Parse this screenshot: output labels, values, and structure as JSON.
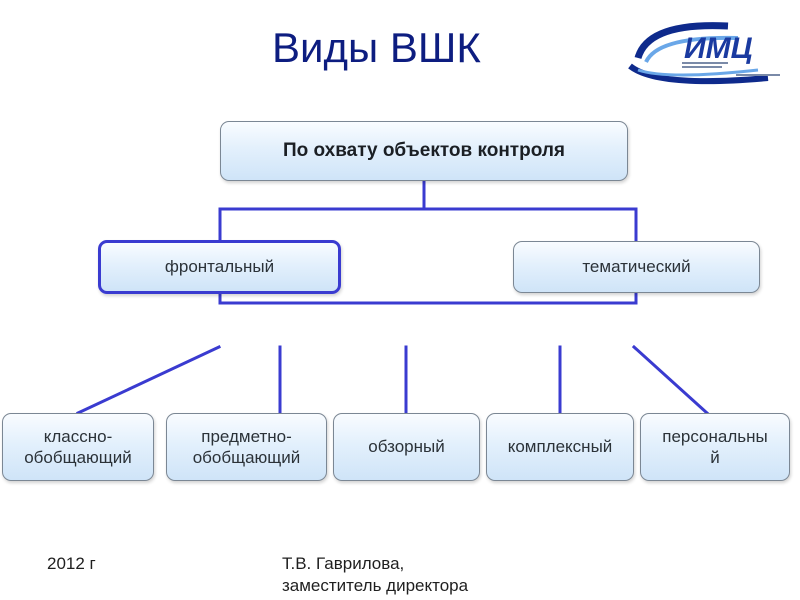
{
  "slide": {
    "title": "Виды ВШК",
    "logo_text": "ИМЦ"
  },
  "diagram": {
    "root": "По охвату объектов контроля",
    "branches": [
      {
        "label": "фронтальный",
        "selected": true
      },
      {
        "label": "тематический",
        "selected": false
      }
    ],
    "leaves": [
      "классно-\nобобщающий",
      "предметно-\nобобщающий",
      "обзорный",
      "комплексный",
      "персональны\nй"
    ]
  },
  "footer": {
    "year": "2012 г",
    "author_line1": "Т.В. Гаврилова,",
    "author_line2": "заместитель директора"
  },
  "colors": {
    "title": "#0d1d80",
    "connector": "#3a3bd0",
    "box_border": "#7b8794",
    "box_fill_top": "#f9fcff",
    "box_fill_bottom": "#cfe4f8"
  }
}
